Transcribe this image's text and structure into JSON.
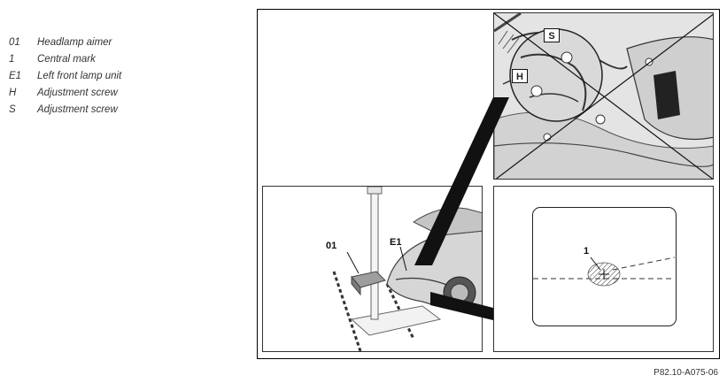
{
  "legend": [
    {
      "code": "01",
      "text": "Headlamp aimer"
    },
    {
      "code": "1",
      "text": "Central mark"
    },
    {
      "code": "E1",
      "text": "Left front lamp unit"
    },
    {
      "code": "H",
      "text": "Adjustment screw"
    },
    {
      "code": "S",
      "text": "Adjustment screw"
    }
  ],
  "callouts": {
    "aimer": "01",
    "lamp_unit": "E1",
    "central_mark": "1",
    "screw_h": "H",
    "screw_s": "S"
  },
  "figure_code": "P82.10-A075-06"
}
